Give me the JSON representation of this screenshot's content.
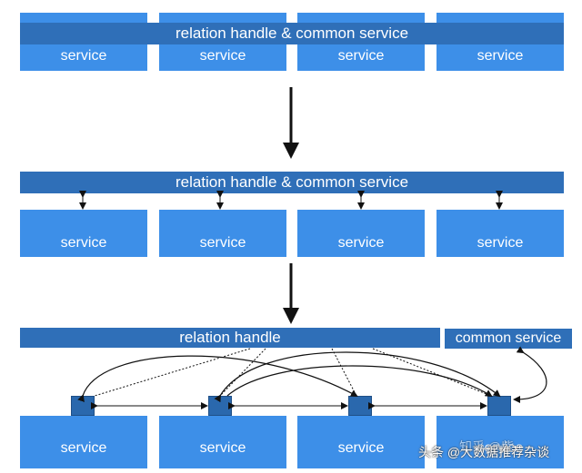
{
  "section1": {
    "bar_label": "relation handle & common service",
    "services": [
      "service",
      "service",
      "service",
      "service"
    ]
  },
  "section2": {
    "bar_label": "relation handle & common service",
    "services": [
      "service",
      "service",
      "service",
      "service"
    ]
  },
  "section3": {
    "relation_label": "relation handle",
    "common_label": "common service",
    "services": [
      "service",
      "service",
      "service",
      "service"
    ]
  },
  "watermark": {
    "text": "头条 @大数据推荐杂谈",
    "overlay_text": "知乎 @紫"
  },
  "colors": {
    "service": "#3d8fe8",
    "bar": "#2f6fb8",
    "node": "#2a68ad"
  }
}
